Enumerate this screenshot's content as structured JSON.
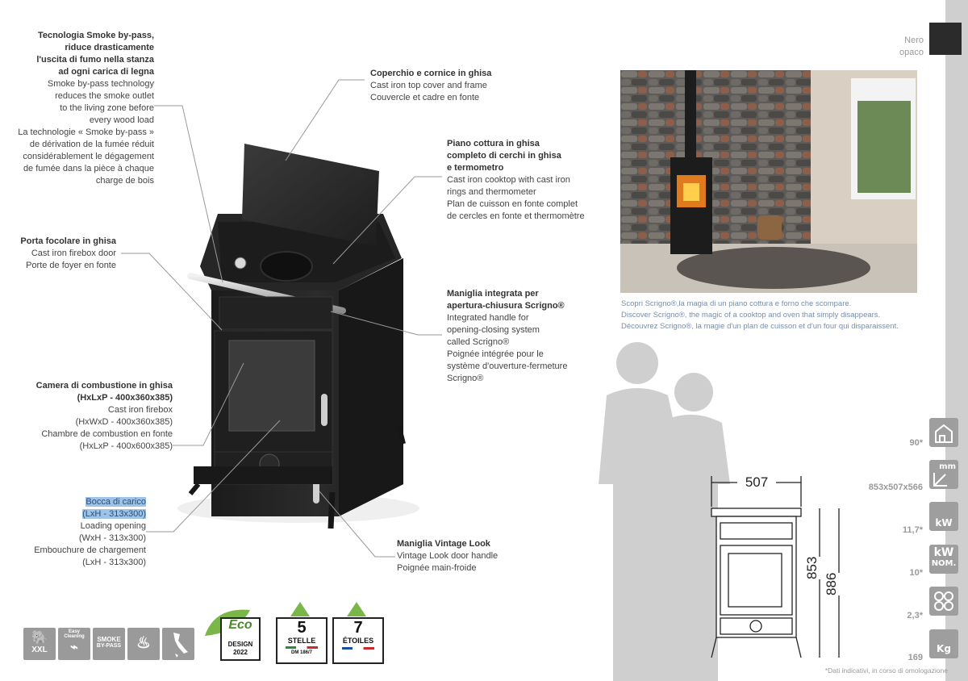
{
  "finish": {
    "it": "Nero",
    "fr": "opaco",
    "swatch": "#2b2b2b"
  },
  "callouts": {
    "smoke": {
      "it": [
        "Tecnologia Smoke by-pass,",
        "riduce drasticamente",
        "l'uscita di fumo nella stanza",
        "ad ogni carica di legna"
      ],
      "en": [
        "Smoke by-pass technology",
        "reduces the smoke outlet",
        "to the living zone before",
        "every wood load"
      ],
      "fr": [
        "La technologie « Smoke by-pass »",
        "de dérivation de la fumée réduit",
        "considérablement le dégagement",
        "de fumée dans la pièce à chaque",
        "charge de bois"
      ]
    },
    "firebox_door": {
      "it": "Porta focolare in ghisa",
      "en": "Cast iron firebox door",
      "fr": "Porte de foyer en fonte"
    },
    "combustion": {
      "it": [
        "Camera di combustione in ghisa",
        "(HxLxP - 400x360x385)"
      ],
      "en": [
        "Cast iron firebox",
        "(HxWxD - 400x360x385)"
      ],
      "fr": [
        "Chambre de combustion en fonte",
        "(HxLxP - 400x600x385)"
      ]
    },
    "loading": {
      "it": [
        "Bocca di carico",
        "(LxH - 313x300)"
      ],
      "en": [
        "Loading opening",
        "(WxH - 313x300)"
      ],
      "fr": [
        "Embouchure de chargement",
        "(LxH - 313x300)"
      ]
    },
    "cover": {
      "it": "Coperchio e cornice in ghisa",
      "en": "Cast iron top cover and frame",
      "fr": "Couvercle et cadre en fonte"
    },
    "cooktop": {
      "it": [
        "Piano cottura in ghisa",
        "completo di cerchi in ghisa",
        "e termometro"
      ],
      "en": [
        "Cast iron cooktop with cast iron",
        "rings and thermometer"
      ],
      "fr": [
        "Plan de cuisson en fonte complet",
        "de cercles en fonte et thermomètre"
      ]
    },
    "handle": {
      "it": [
        "Maniglia integrata per",
        "apertura-chiusura Scrigno®"
      ],
      "en": [
        "Integrated handle for",
        "opening-closing system",
        "called Scrigno®"
      ],
      "fr": [
        "Poignée intégrée pour le",
        "système d'ouverture-fermeture",
        "Scrigno®"
      ]
    },
    "vintage": {
      "it": "Maniglia Vintage Look",
      "en": "Vintage Look door handle",
      "fr": "Poignée main-froide"
    }
  },
  "photo_caption": {
    "it": "Scopri Scrigno®,la magia di un piano cottura e forno che scompare.",
    "en": "Discover Scrigno®, the magic of a cooktop and oven that simply disappears.",
    "fr": "Découvrez Scrigno®, la magie d'un plan de cuisson et d'un four qui disparaissent."
  },
  "dimensions": {
    "width": "507",
    "height_a": "853",
    "height_b": "886"
  },
  "specs": [
    {
      "icon": "house-icon",
      "value": "90*"
    },
    {
      "icon": "dimensions-mm-icon",
      "label": "mm",
      "value": "853x507x566"
    },
    {
      "icon": "flame-kw-icon",
      "label": "kW",
      "value": "11,7*"
    },
    {
      "icon": "kw-nom-icon",
      "label": "kW",
      "label2": "NOM.",
      "value": "10*"
    },
    {
      "icon": "wood-logs-icon",
      "value": "2,3*"
    },
    {
      "icon": "weight-kg-icon",
      "label": "Kg",
      "value": "169"
    }
  ],
  "footnote": "*Dati indicativi, in corso di omologazione",
  "feature_logos": [
    {
      "icon": "elephant-xxl-icon",
      "label": "XXL"
    },
    {
      "icon": "easy-cleaning-icon",
      "label": "Easy Cleaning"
    },
    {
      "icon": "smoke-bypass-icon",
      "label": "SMOKE",
      "label2": "BY-PASS"
    },
    {
      "icon": "cooking-pot-icon",
      "label": ""
    },
    {
      "icon": "italy-map-icon",
      "label": ""
    }
  ],
  "badges": {
    "eco": {
      "word": "Eco",
      "line1": "DESIGN",
      "line2": "2022"
    },
    "stelle": {
      "num": "5",
      "word": "STELLE",
      "sub": "DM 186/7"
    },
    "etoiles": {
      "num": "7",
      "word": "ÉTOILES"
    }
  }
}
